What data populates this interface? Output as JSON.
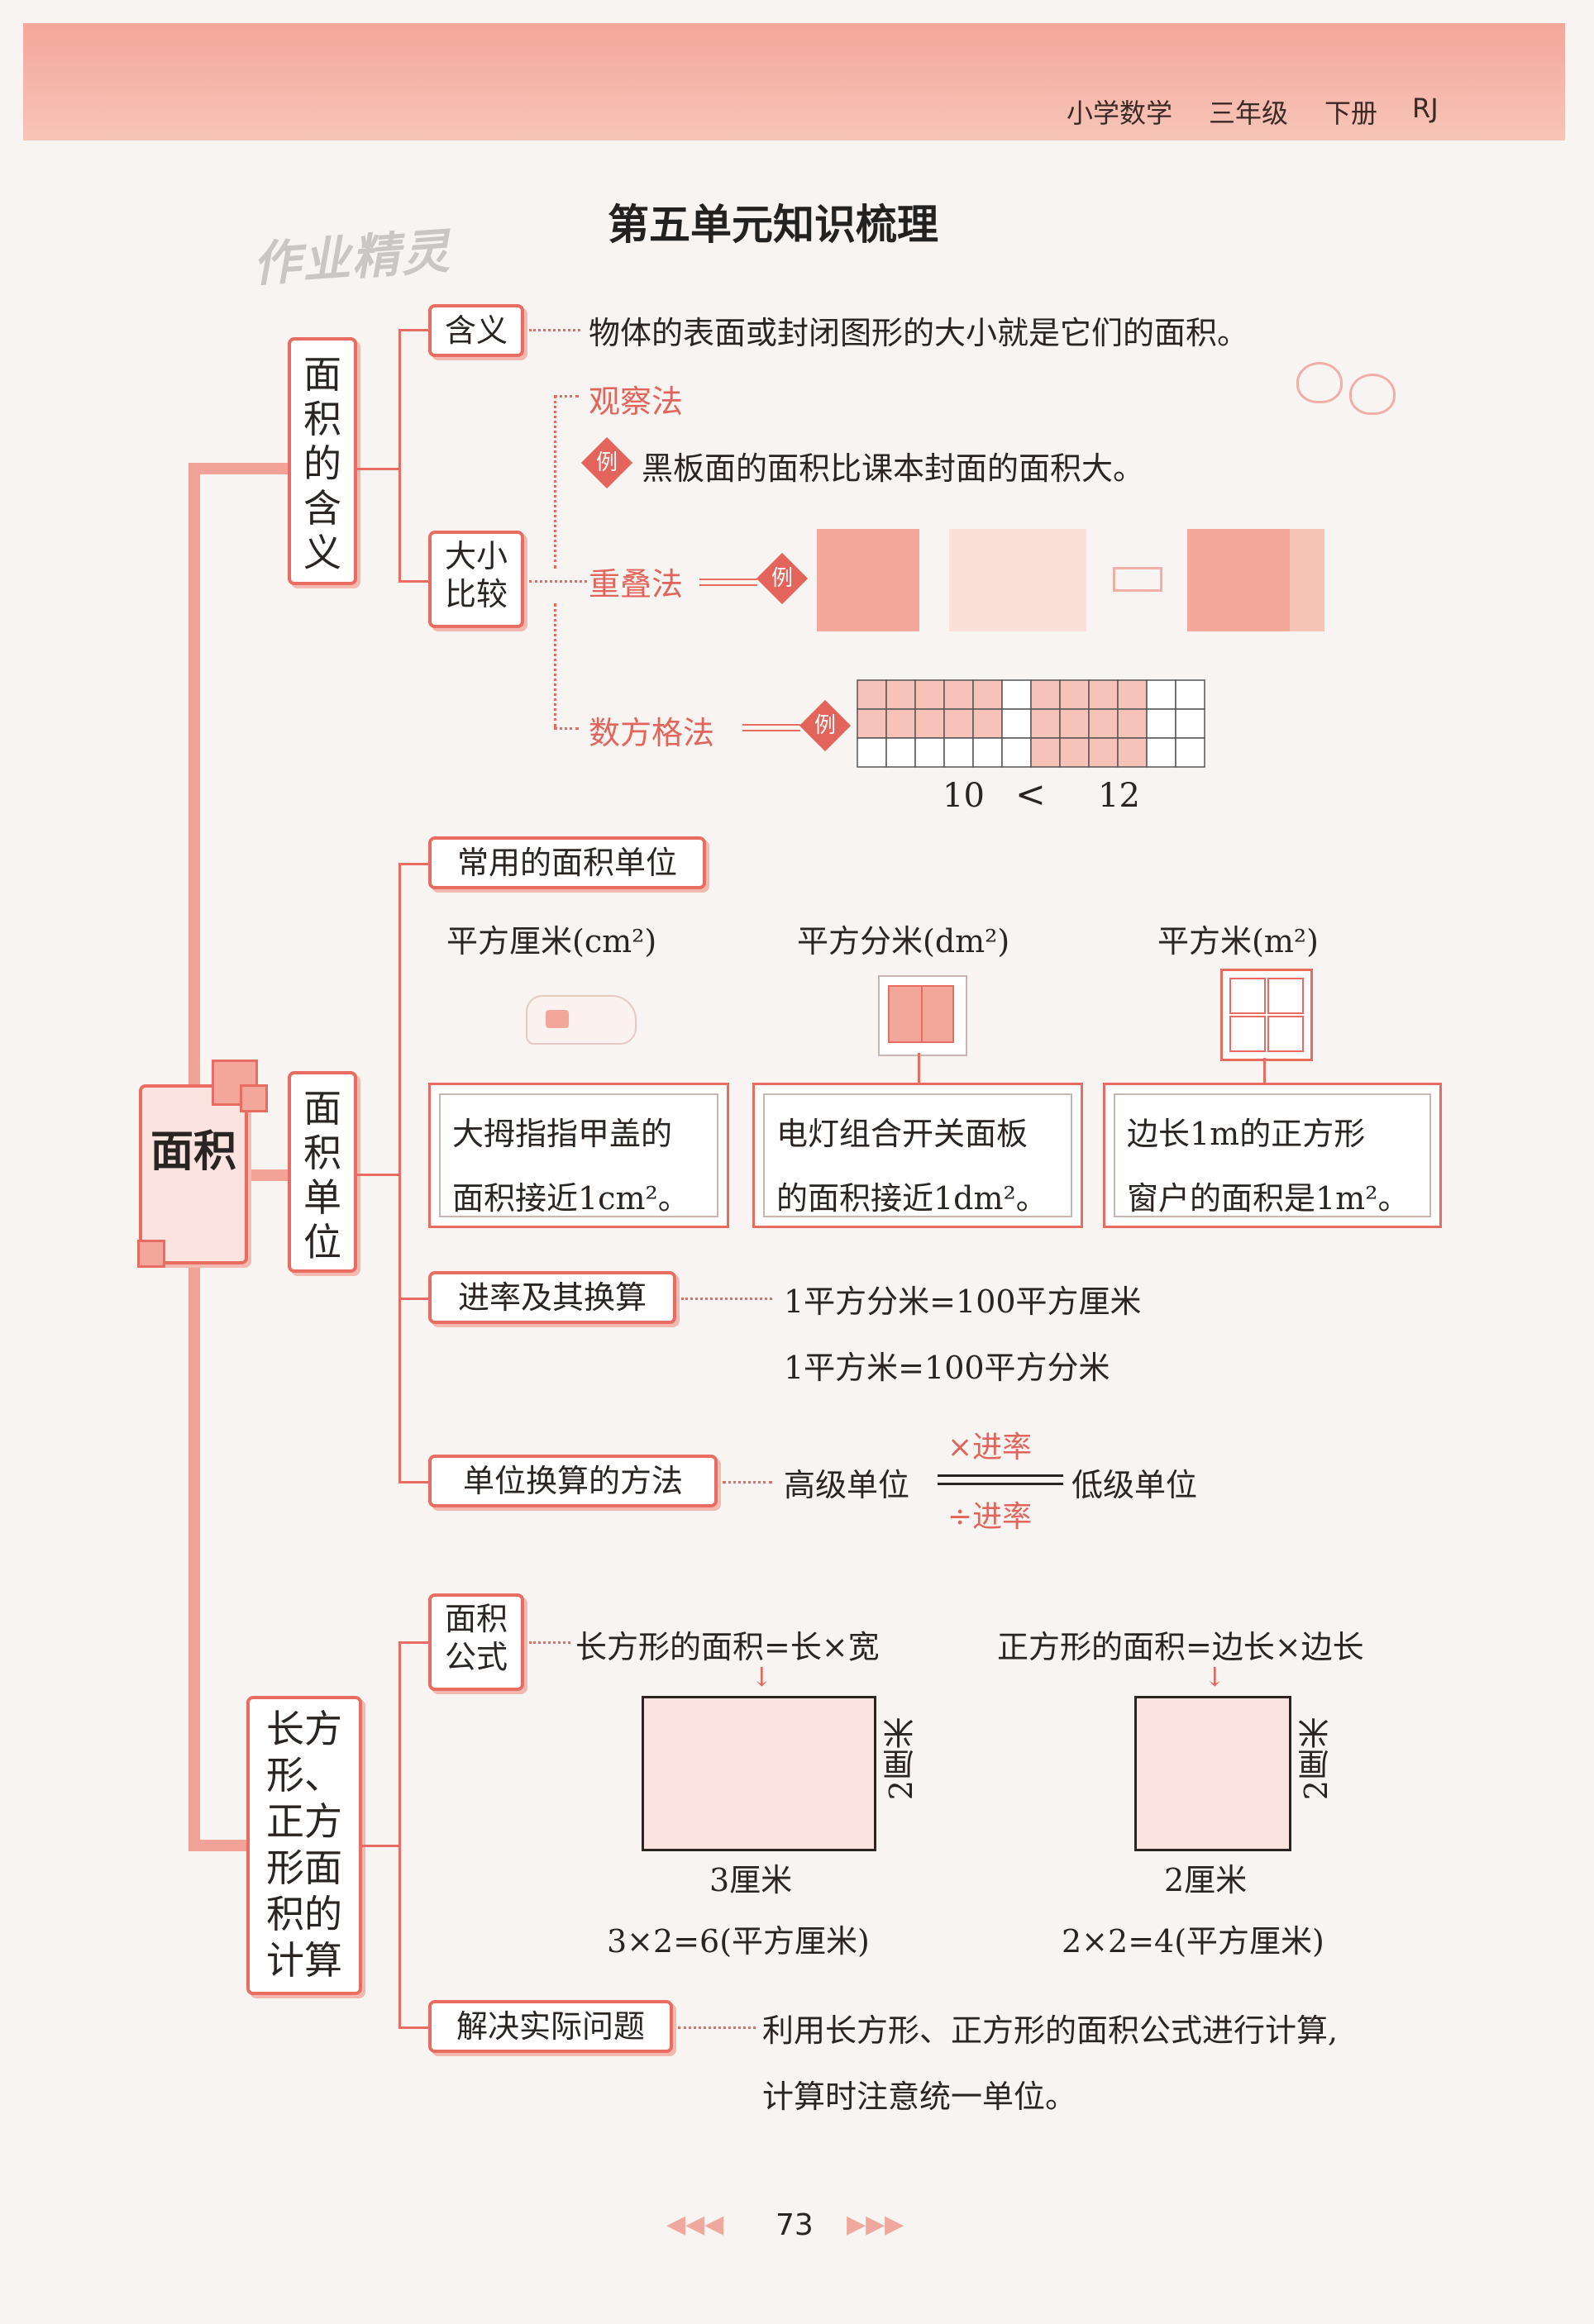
{
  "header": {
    "subject": "小学数学",
    "grade": "三年级",
    "volume": "下册",
    "edition": "RJ"
  },
  "title": "第五单元知识梳理",
  "watermark": "作业精灵",
  "root": "面积",
  "branch1": {
    "label": "面积的含义",
    "meaning": {
      "label": "含义",
      "text": "物体的表面或封闭图形的大小就是它们的面积。"
    },
    "compare": {
      "label": "大小比较",
      "methods": [
        "观察法",
        "重叠法",
        "数方格法"
      ],
      "example_mark": "例",
      "observe_example": "黑板面的面积比课本封面的面积大。",
      "count_result": [
        "10",
        "<",
        "12"
      ],
      "grid_a_filled": 10,
      "grid_b_filled": 12
    }
  },
  "branch2": {
    "label": "面积单位",
    "common": {
      "label": "常用的面积单位",
      "units": [
        {
          "name": "平方厘米(cm²)",
          "desc1": "大拇指指甲盖的",
          "desc2": "面积接近1cm²。"
        },
        {
          "name": "平方分米(dm²)",
          "desc1": "电灯组合开关面板",
          "desc2": "的面积接近1dm²。"
        },
        {
          "name": "平方米(m²)",
          "desc1": "边长1m的正方形",
          "desc2": "窗户的面积是1m²。"
        }
      ]
    },
    "rate": {
      "label": "进率及其换算",
      "line1": "1平方分米=100平方厘米",
      "line2": "1平方米=100平方分米"
    },
    "method": {
      "label": "单位换算的方法",
      "high": "高级单位",
      "low": "低级单位",
      "times": "×进率",
      "divide": "÷进率"
    }
  },
  "branch3": {
    "label": "长方形、正方形面积的计算",
    "formula": {
      "label": "面积公式",
      "rect": "长方形的面积=长×宽",
      "square": "正方形的面积=边长×边长",
      "rect_w": "3厘米",
      "rect_h": "2厘米",
      "square_w": "2厘米",
      "square_h": "2厘米",
      "rect_calc": "3×2=6(平方厘米)",
      "square_calc": "2×2=4(平方厘米)"
    },
    "solve": {
      "label": "解决实际问题",
      "line1": "利用长方形、正方形的面积公式进行计算,",
      "line2": "计算时注意统一单位。"
    }
  },
  "footer": {
    "page": "73"
  }
}
